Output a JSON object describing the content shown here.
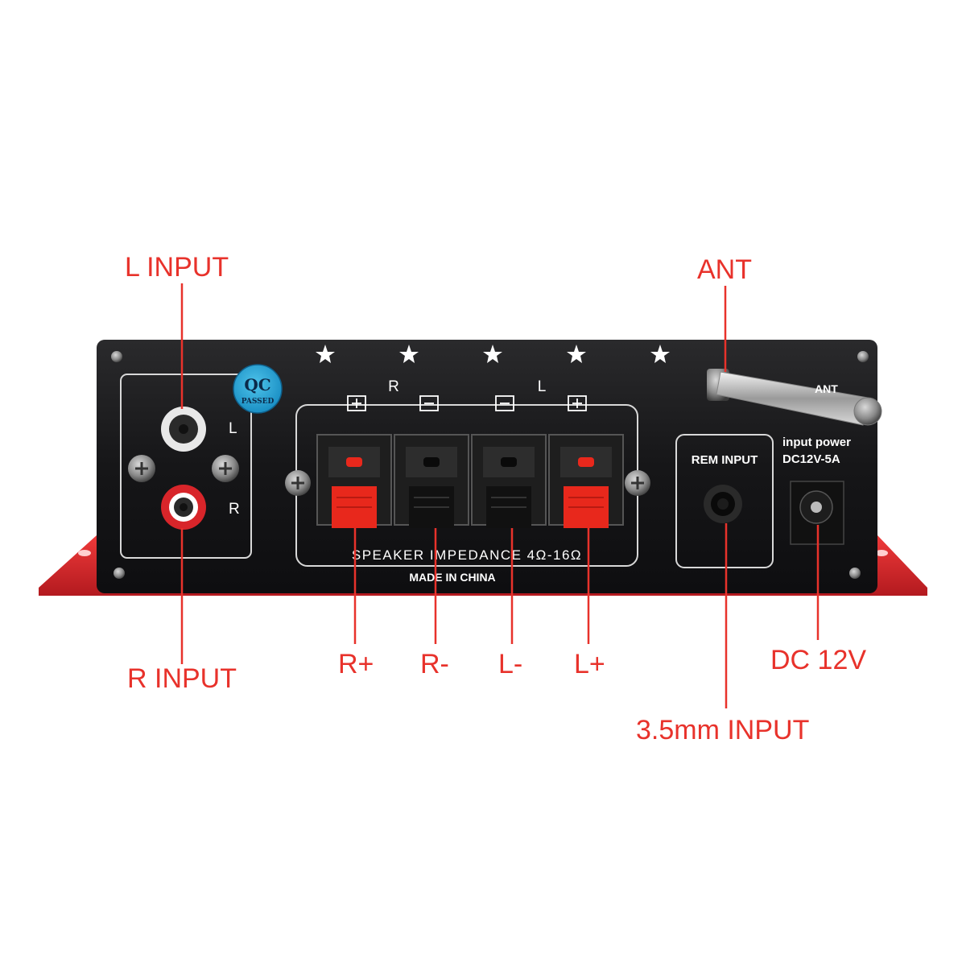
{
  "callouts": {
    "l_input": "L INPUT",
    "r_input": "R INPUT",
    "ant": "ANT",
    "r_plus": "R+",
    "r_minus": "R-",
    "l_minus": "L-",
    "l_plus": "L+",
    "dc_12v": "DC 12V",
    "mm_input": "3.5mm INPUT"
  },
  "panel": {
    "rca_l": "L",
    "rca_r": "R",
    "qc_top": "QC",
    "qc_bottom": "PASSED",
    "channel_r": "R",
    "channel_l": "L",
    "speaker_impedance": "SPEAKER IMPEDANCE 4Ω-16Ω",
    "made_in": "MADE IN CHINA",
    "rem_input": "REM INPUT",
    "input_power": "input power",
    "dc_spec": "DC12V-5A",
    "ant_small": "ANT"
  },
  "colors": {
    "callout_red": "#e8322b",
    "chassis": "#1a1a1c",
    "bracket_red": "#d8252a",
    "terminal_red": "#e8281c"
  }
}
